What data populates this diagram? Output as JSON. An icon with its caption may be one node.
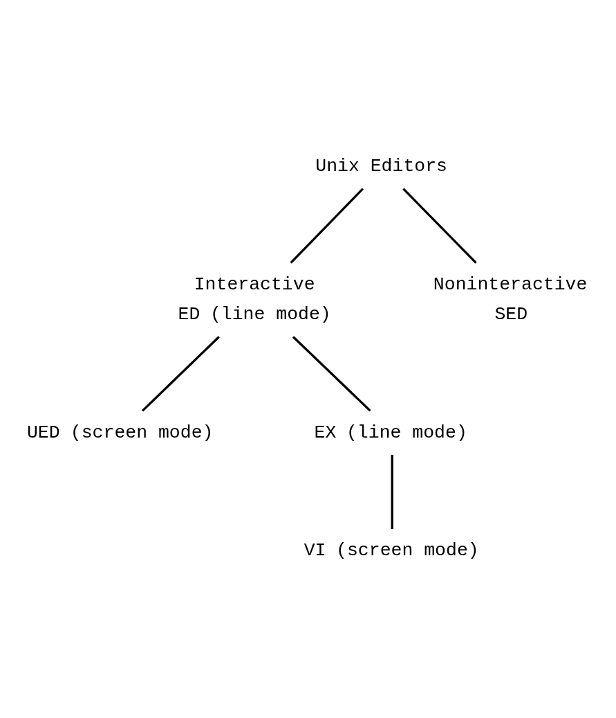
{
  "diagram": {
    "nodes": [
      {
        "text": [
          "Unix Editors"
        ]
      },
      {
        "text": [
          "Interactive",
          "ED"
        ],
        "beside": [
          "(line mode)"
        ]
      },
      {
        "text": [
          "Noninteractive",
          "SED"
        ]
      },
      {
        "text": [
          "UED"
        ],
        "beside": [
          "(screen mode)"
        ]
      },
      {
        "text": [
          "EX"
        ],
        "beside": [
          "(line mode)"
        ]
      },
      {
        "text": [
          "VI"
        ],
        "beside": [
          "(screen mode)"
        ]
      }
    ],
    "edges": [
      {
        "from": 0,
        "to": 1,
        "arrow": "none"
      },
      {
        "from": 0,
        "to": 2,
        "arrow": "none"
      },
      {
        "from": 1,
        "to": 3,
        "arrow": "none"
      },
      {
        "from": 1,
        "to": 4,
        "arrow": "none"
      },
      {
        "from": 4,
        "to": 5,
        "arrow": "none"
      }
    ]
  }
}
